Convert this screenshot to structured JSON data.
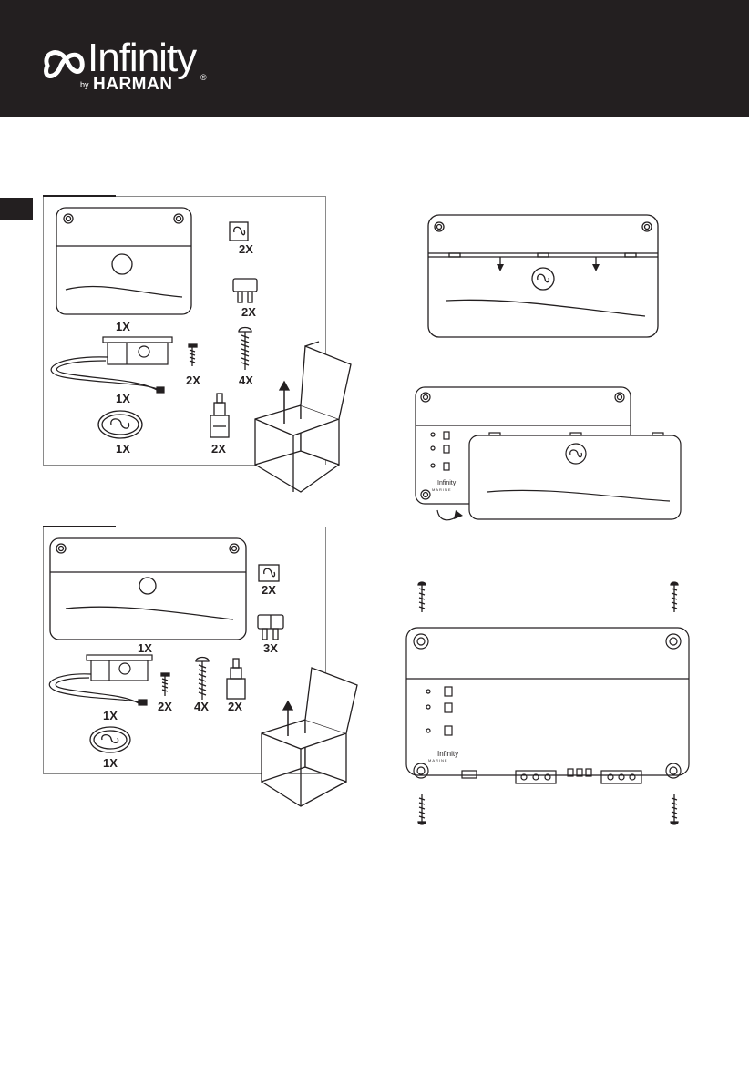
{
  "header": {
    "brand": "Infinity",
    "by": "by",
    "harman": "HARMAN",
    "reg": "®"
  },
  "panel1": {
    "amp_qty": "1X",
    "badge_qty": "2X",
    "fuse_qty": "2X",
    "remote_qty": "1X",
    "small_screw_qty": "2X",
    "long_screw_qty": "4X",
    "logo_badge_qty": "1X",
    "rca_qty": "2X"
  },
  "panel2": {
    "amp_qty": "1X",
    "badge_qty": "2X",
    "fuse_qty": "3X",
    "remote_qty": "1X",
    "small_screw_qty": "2X",
    "long_screw_qty": "4X",
    "rca_qty": "2X",
    "logo_badge_qty": "1X"
  },
  "figure2": {
    "brand": "Infinity",
    "marine": "MARINE"
  },
  "figure3": {
    "brand": "Infinity",
    "marine": "MARINE"
  },
  "icons": {
    "brand_mark": "infinity-logo-icon",
    "arrow": "arrow-down-icon"
  },
  "colors": {
    "header_bg": "#231f20",
    "line": "#231f20"
  }
}
